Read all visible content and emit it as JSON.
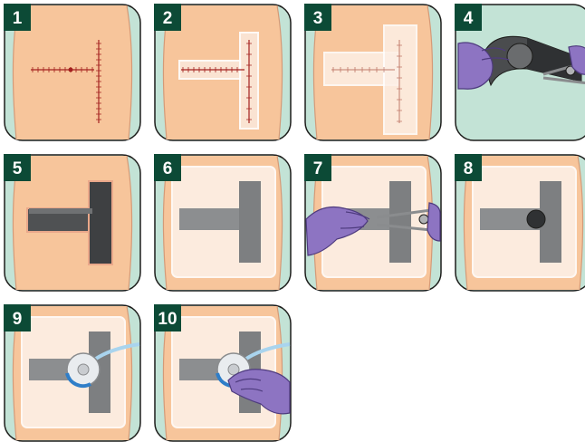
{
  "steps": [
    {
      "number": "1",
      "content": "incision"
    },
    {
      "number": "2",
      "content": "skin-protection"
    },
    {
      "number": "3",
      "content": "filler-strips"
    },
    {
      "number": "4",
      "content": "foam-cutting"
    },
    {
      "number": "5",
      "content": "foam-in-wound"
    },
    {
      "number": "6",
      "content": "drape"
    },
    {
      "number": "7",
      "content": "cut-hole"
    },
    {
      "number": "8",
      "content": "hole"
    },
    {
      "number": "9",
      "content": "pad"
    },
    {
      "number": "10",
      "content": "pad-press"
    }
  ],
  "colors": {
    "badge": "#0c4a36",
    "skin_bg": "#c3e3d6",
    "skin": "#f7c59b",
    "foam": "#5d5f61",
    "glove": "#8d74c2",
    "outline": "#1d1d1b"
  }
}
